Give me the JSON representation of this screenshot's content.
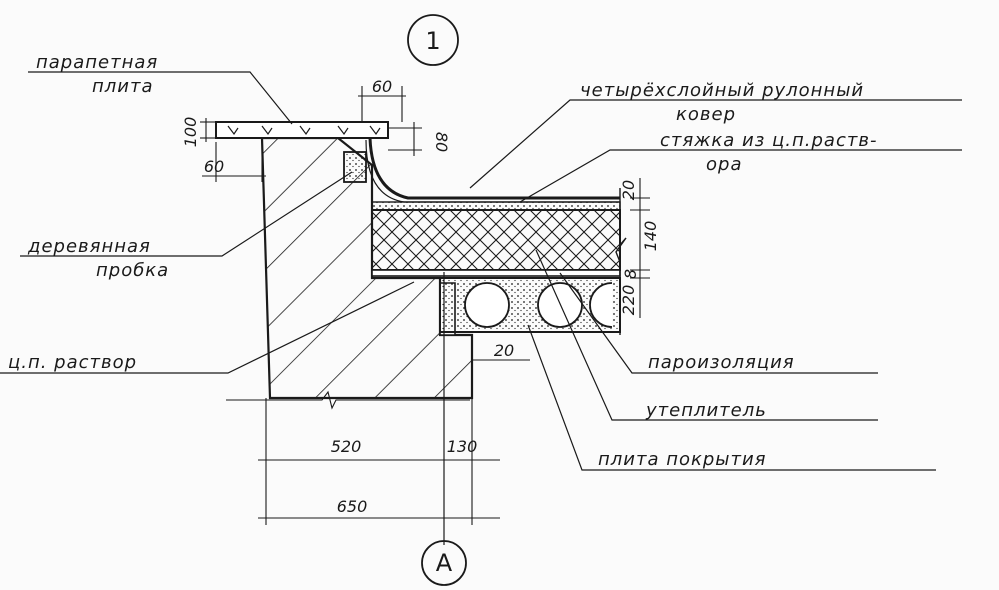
{
  "labels": {
    "parapet_line1": "парапетная",
    "parapet_line2": "плита",
    "carpet_line1": "четырёхслойный рулонный",
    "carpet_line2": "ковер",
    "screed_line1": "стяжка из ц.п.раств-",
    "screed_line2": "ора",
    "wood_line1": "деревянная",
    "wood_line2": "пробка",
    "mortar": "ц.п. раствор",
    "vapor": "пароизоляция",
    "insulation": "утеплитель",
    "slab": "плита покрытия"
  },
  "dimensions": {
    "d60_top": "60",
    "d100": "100",
    "d80_right": "80",
    "d60_left": "60",
    "d20_top": "20",
    "d140": "140",
    "d8": "8",
    "d220": "220",
    "d20_bottom": "20",
    "d520": "520",
    "d130": "130",
    "d650": "650"
  },
  "axes": {
    "top_marker": "1",
    "bottom_marker": "A"
  },
  "colors": {
    "ink": "#1a1a1a",
    "paper": "#fbfbfb"
  }
}
